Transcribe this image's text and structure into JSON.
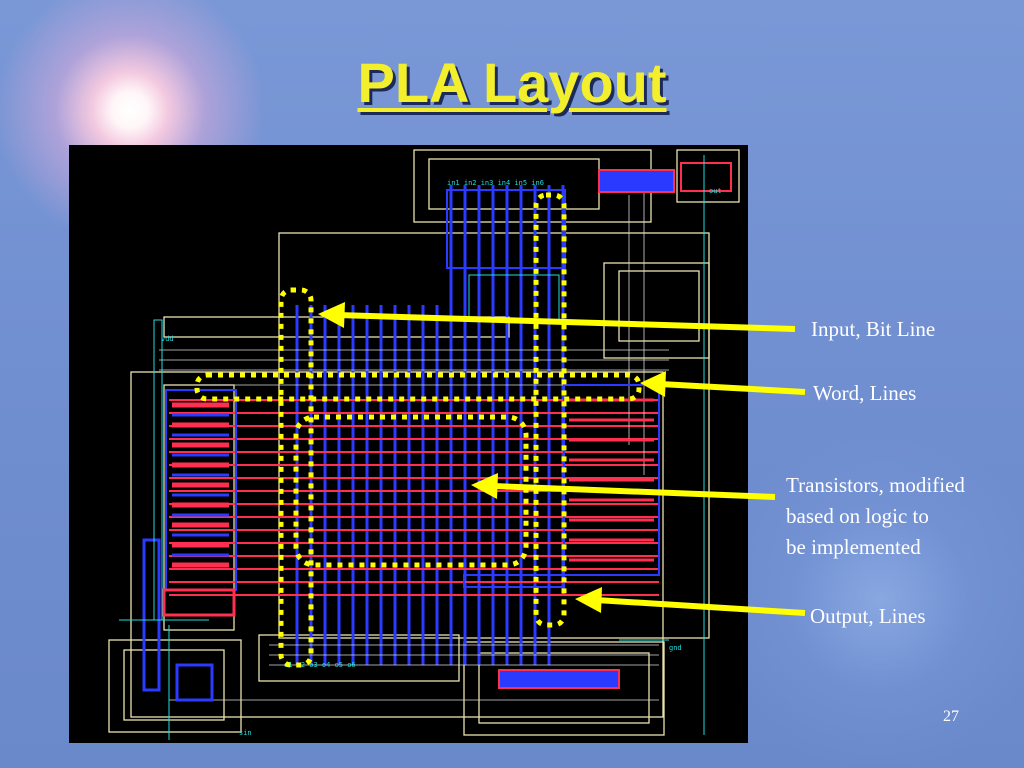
{
  "slide": {
    "title": "PLA Layout",
    "page_number": "27"
  },
  "callouts": {
    "input_bit_line": "Input, Bit Line",
    "word_lines": "Word, Lines",
    "transistors_line1": "Transistors, modified",
    "transistors_line2": "based on logic to",
    "transistors_line3": "be implemented",
    "output_lines": "Output, Lines"
  },
  "layout_labels": {
    "vdd": "vdd",
    "out": "out",
    "gnd": "gnd",
    "sin": "sin",
    "input_row": "in1 in2 in3 in4 in5 in6",
    "output_row": "o1 o2 o3 o4 o5 o6"
  },
  "colors": {
    "accent_title": "#f4ef2c",
    "arrow": "#ffff00",
    "highlight": "#ffff00",
    "metal1": "#2233ff",
    "poly": "#ff3355",
    "outline": "#f5f0b4",
    "diffusion": "#22dddd"
  }
}
